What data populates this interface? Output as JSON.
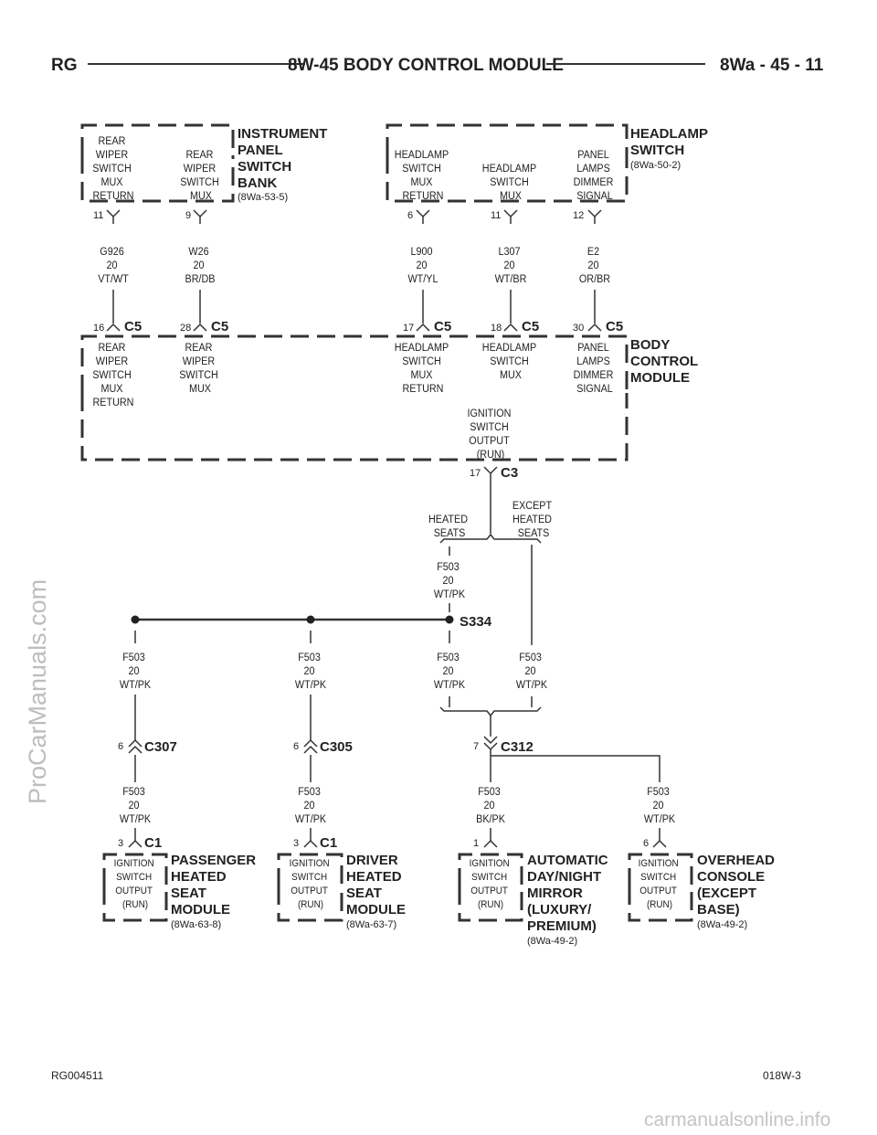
{
  "header": {
    "left": "RG",
    "title": "8W-45 BODY CONTROL MODULE",
    "right": "8Wa - 45 - 11"
  },
  "footer": {
    "left": "RG004511",
    "right": "018W-3"
  },
  "watermarks": {
    "side": "ProCarManuals.com",
    "bottom": "carmanualsonline.info"
  },
  "components": {
    "instrument_panel_switch_bank": {
      "title": [
        "INSTRUMENT",
        "PANEL",
        "SWITCH",
        "BANK"
      ],
      "ref": "(8Wa-53-5)"
    },
    "headlamp_switch": {
      "title": [
        "HEADLAMP",
        "SWITCH"
      ],
      "ref": "(8Wa-50-2)"
    },
    "body_control_module": {
      "title": [
        "BODY",
        "CONTROL",
        "MODULE"
      ]
    },
    "passenger_seat": {
      "title": [
        "PASSENGER",
        "HEATED",
        "SEAT",
        "MODULE"
      ],
      "ref": "(8Wa-63-8)"
    },
    "driver_seat": {
      "title": [
        "DRIVER",
        "HEATED",
        "SEAT",
        "MODULE"
      ],
      "ref": "(8Wa-63-7)"
    },
    "mirror": {
      "title": [
        "AUTOMATIC",
        "DAY/NIGHT",
        "MIRROR",
        "(LUXURY/",
        "PREMIUM)"
      ],
      "ref": "(8Wa-49-2)"
    },
    "overhead_console": {
      "title": [
        "OVERHEAD",
        "CONSOLE",
        "(EXCEPT",
        "BASE)"
      ],
      "ref": "(8Wa-49-2)"
    }
  },
  "terminal_labels": {
    "ip_rear_wiper_return": [
      "REAR",
      "WIPER",
      "SWITCH",
      "MUX",
      "RETURN"
    ],
    "ip_rear_wiper_mux": [
      "REAR",
      "WIPER",
      "SWITCH",
      "MUX"
    ],
    "hl_mux_return": [
      "HEADLAMP",
      "SWITCH",
      "MUX",
      "RETURN"
    ],
    "hl_mux": [
      "HEADLAMP",
      "SWITCH",
      "MUX"
    ],
    "hl_dimmer": [
      "PANEL",
      "LAMPS",
      "DIMMER",
      "SIGNAL"
    ],
    "bcm_rear_wiper_return": [
      "REAR",
      "WIPER",
      "SWITCH",
      "MUX",
      "RETURN"
    ],
    "bcm_rear_wiper_mux": [
      "REAR",
      "WIPER",
      "SWITCH",
      "MUX"
    ],
    "bcm_hl_mux_return": [
      "HEADLAMP",
      "SWITCH",
      "MUX",
      "RETURN"
    ],
    "bcm_hl_mux": [
      "HEADLAMP",
      "SWITCH",
      "MUX"
    ],
    "bcm_dimmer": [
      "PANEL",
      "LAMPS",
      "DIMMER",
      "SIGNAL"
    ],
    "bcm_ignition": [
      "IGNITION",
      "SWITCH",
      "OUTPUT",
      "(RUN)"
    ],
    "ignition_output": [
      "IGNITION",
      "SWITCH",
      "OUTPUT",
      "(RUN)"
    ],
    "heated_seats": [
      "HEATED",
      "SEATS"
    ],
    "except_heated_seats": [
      "EXCEPT",
      "HEATED",
      "SEATS"
    ]
  },
  "wires": {
    "g926": [
      "G926",
      "20",
      "VT/WT"
    ],
    "w26": [
      "W26",
      "20",
      "BR/DB"
    ],
    "l900": [
      "L900",
      "20",
      "WT/YL"
    ],
    "l307": [
      "L307",
      "20",
      "WT/BR"
    ],
    "e2": [
      "E2",
      "20",
      "OR/BR"
    ],
    "f503_wtpk": [
      "F503",
      "20",
      "WT/PK"
    ],
    "f503_bkpk": [
      "F503",
      "20",
      "BK/PK"
    ]
  },
  "connectors": {
    "c5": "C5",
    "c3": "C3",
    "s334": "S334",
    "c307": "C307",
    "c305": "C305",
    "c312": "C312",
    "c1": "C1"
  },
  "pins": {
    "p11": "11",
    "p9": "9",
    "p6": "6",
    "p12": "12",
    "p16": "16",
    "p28": "28",
    "p17": "17",
    "p18": "18",
    "p30": "30",
    "p7": "7",
    "p3": "3",
    "p1": "1"
  }
}
